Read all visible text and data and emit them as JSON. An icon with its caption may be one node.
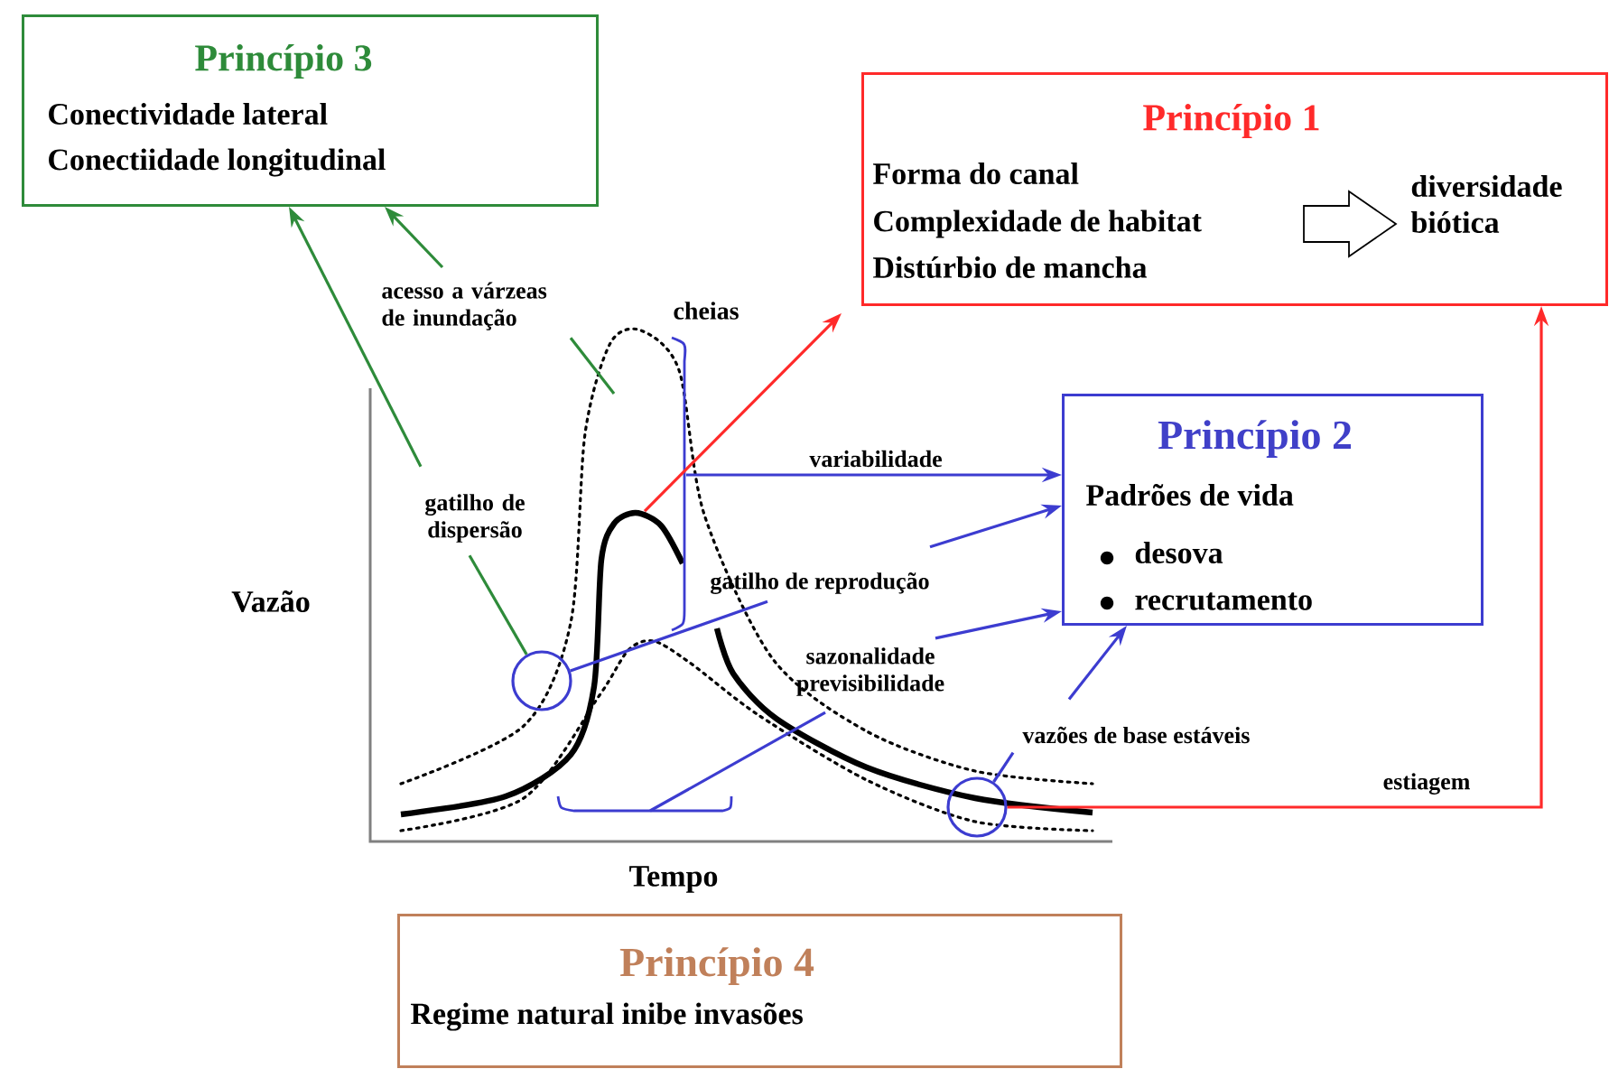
{
  "diagram": {
    "nodes": [
      {
        "text": [
          "Princípio 3",
          "Conectividade lateral",
          "Conectiidade longitudinal"
        ]
      },
      {
        "text": [
          "Princípio 1",
          "Forma do canal",
          "Complexidade de habitat",
          "Distúrbio de mancha",
          "diversidade biótica"
        ]
      },
      {
        "text": [
          "acesso a várzeas de inundação"
        ]
      },
      {
        "text": [
          "Princípio 2",
          "Padrões de vida",
          "desova",
          "recrutamento"
        ]
      },
      {
        "text": [
          "gatilho de dispersão"
        ]
      },
      {
        "text": [
          "gatilho de reprodução"
        ]
      },
      {
        "text": [],
        "shape": "circle"
      },
      {
        "text": [
          "sazonalidade previsibilidade"
        ]
      },
      {
        "text": [
          "vazões de base estáveis"
        ]
      },
      {
        "text": [],
        "shape": "circle"
      },
      {
        "text": [
          "Princípio 4",
          "Regime natural inibe invasões"
        ]
      }
    ],
    "edges": [
      {
        "from": 2,
        "to": 0,
        "arrow": "to",
        "color": "#2e8b3a"
      },
      {
        "from": 4,
        "to": 0,
        "arrow": "to",
        "color": "#2e8b3a"
      },
      {
        "from": 2,
        "to": null,
        "arrow": "none",
        "color": "#2e8b3a"
      },
      {
        "from": 4,
        "to": 6,
        "arrow": "none",
        "color": "#2e8b3a"
      },
      {
        "from": null,
        "to": 1,
        "arrow": "to",
        "color": "#ff2a2a"
      },
      {
        "from": null,
        "to": 3,
        "arrow": "to",
        "label": "variabilidade",
        "color": "#3c3cd0"
      },
      {
        "from": 5,
        "to": 6,
        "arrow": "none",
        "color": "#3c3cd0"
      },
      {
        "from": 5,
        "to": 3,
        "arrow": "to",
        "color": "#3c3cd0"
      },
      {
        "from": 7,
        "to": null,
        "arrow": "none",
        "color": "#3c3cd0"
      },
      {
        "from": 7,
        "to": 3,
        "arrow": "to",
        "color": "#3c3cd0"
      },
      {
        "from": 8,
        "to": 9,
        "arrow": "none",
        "color": "#3c3cd0"
      },
      {
        "from": 8,
        "to": 3,
        "arrow": "to",
        "color": "#3c3cd0"
      },
      {
        "from": 9,
        "to": 1,
        "arrow": "to",
        "label": "estiagem",
        "color": "#ff2a2a"
      }
    ],
    "labels": [
      "cheias",
      "Vazão",
      "Tempo"
    ]
  }
}
